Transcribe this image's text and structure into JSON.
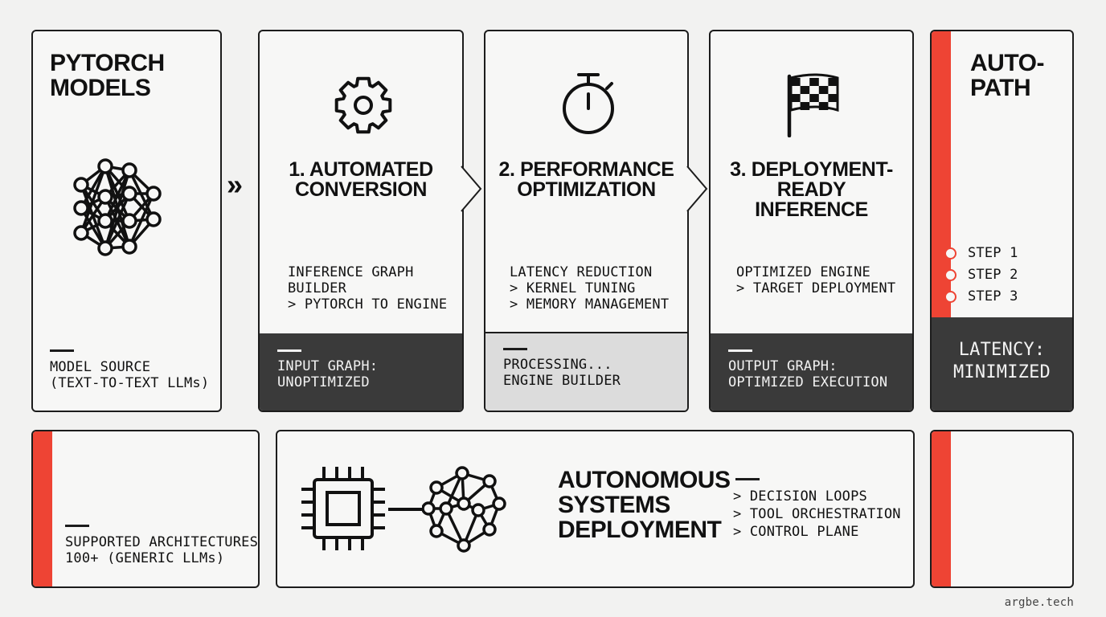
{
  "source": {
    "title": "PYTORCH\nMODELS",
    "caption_line1": "MODEL SOURCE",
    "caption_line2": "(TEXT-TO-TEXT LLMs)",
    "icon": "neural-network-icon"
  },
  "arrow_glyph": "»",
  "stages": [
    {
      "icon": "gear-icon",
      "title": "1. AUTOMATED\nCONVERSION",
      "details": "INFERENCE GRAPH\nBUILDER\n> PYTORCH TO ENGINE",
      "footer_line1": "INPUT GRAPH:",
      "footer_line2": "UNOPTIMIZED"
    },
    {
      "icon": "stopwatch-icon",
      "title": "2. PERFORMANCE\nOPTIMIZATION",
      "details": "LATENCY REDUCTION\n> KERNEL TUNING\n> MEMORY MANAGEMENT",
      "footer_line1": "PROCESSING...",
      "footer_line2": "ENGINE BUILDER"
    },
    {
      "icon": "checkered-flag-icon",
      "title": "3. DEPLOYMENT-\nREADY\nINFERENCE",
      "details": "OPTIMIZED ENGINE\n> TARGET DEPLOYMENT",
      "footer_line1": "OUTPUT GRAPH:",
      "footer_line2": "OPTIMIZED EXECUTION"
    }
  ],
  "autopath": {
    "title": "AUTO-\nPATH",
    "steps": [
      "STEP 1",
      "STEP 2",
      "STEP 3"
    ],
    "footer_line1": "LATENCY:",
    "footer_line2": "MINIMIZED"
  },
  "architectures": {
    "caption_line1": "SUPPORTED ARCHITECTURES:",
    "caption_line2": "100+ (GENERIC LLMs)"
  },
  "autonomous": {
    "title": "AUTONOMOUS\nSYSTEMS\nDEPLOYMENT",
    "items": "> DECISION LOOPS\n> TOOL ORCHESTRATION\n> CONTROL PLANE",
    "icon_chip": "processor-chip-icon",
    "icon_network": "network-graph-icon"
  },
  "footer_brand": "argbe.tech",
  "colors": {
    "accent": "#ee4434",
    "dark": "#3a3a3a",
    "ink": "#1c1c1c"
  }
}
